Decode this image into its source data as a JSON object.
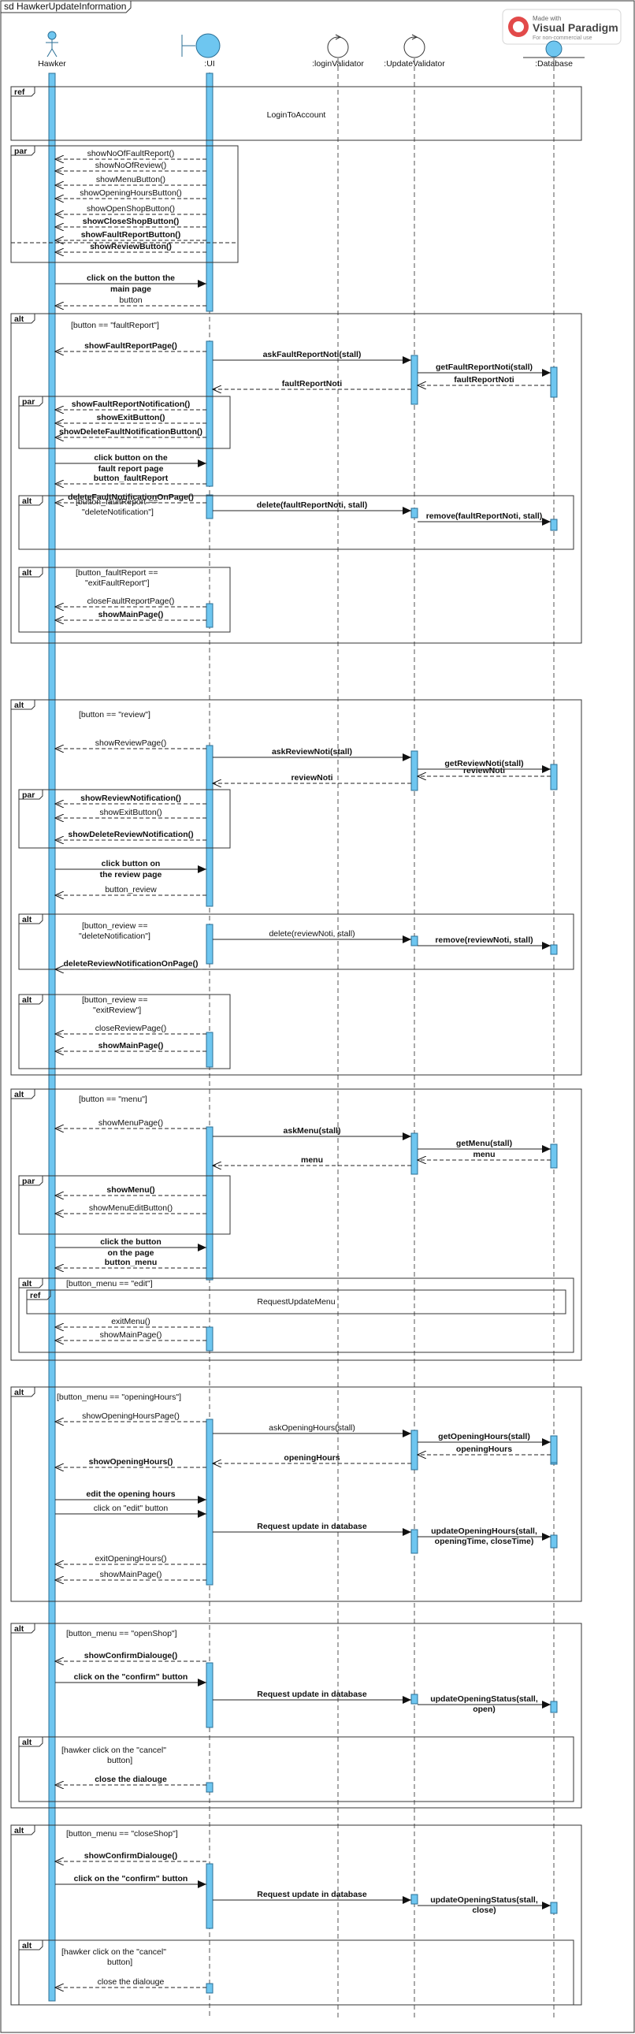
{
  "diagram": {
    "title": "sd HawkerUpdateInformation",
    "watermark": {
      "line1": "Made with",
      "line2": "Visual Paradigm",
      "line3": "For non-commercial use"
    },
    "lifelines": [
      {
        "id": "hawker",
        "label": "Hawker",
        "kind": "actor"
      },
      {
        "id": "ui",
        "label": ":UI",
        "kind": "boundary"
      },
      {
        "id": "login",
        "label": ":loginValidator",
        "kind": "control"
      },
      {
        "id": "update",
        "label": ":UpdateValidator",
        "kind": "control"
      },
      {
        "id": "db",
        "label": ":Database",
        "kind": "entity"
      }
    ],
    "fragments": [
      {
        "kind": "ref",
        "label": "LoginToAccount"
      },
      {
        "kind": "par",
        "guard": ""
      },
      {
        "kind": "alt",
        "guard": "[button == \"faultReport\"]"
      },
      {
        "kind": "par",
        "guard": ""
      },
      {
        "kind": "alt",
        "guard": "[button_faultReport == \"deleteNotification\"]"
      },
      {
        "kind": "alt",
        "guard": "[button_faultReport == \"exitFaultReport\"]"
      },
      {
        "kind": "alt",
        "guard": "[button == \"review\"]"
      },
      {
        "kind": "par",
        "guard": ""
      },
      {
        "kind": "alt",
        "guard": "[button_review == \"deleteNotification\"]"
      },
      {
        "kind": "alt",
        "guard": "[button_review == \"exitReview\"]"
      },
      {
        "kind": "alt",
        "guard": "[button == \"menu\"]"
      },
      {
        "kind": "par",
        "guard": ""
      },
      {
        "kind": "alt",
        "guard": "[button_menu == \"edit\"]"
      },
      {
        "kind": "ref",
        "label": "RequestUpdateMenu"
      },
      {
        "kind": "alt",
        "guard": "[button_menu == \"openingHours\"]"
      },
      {
        "kind": "alt",
        "guard": "[button_menu == \"openShop\"]"
      },
      {
        "kind": "alt",
        "guard": "[hawker click on the \"cancel\" button]"
      },
      {
        "kind": "alt",
        "guard": "[button_menu == \"closeShop\"]"
      },
      {
        "kind": "alt",
        "guard": "[hawker click on the \"cancel\" button]"
      }
    ],
    "messages": [
      "showNoOfFaultReport()",
      "showNoOfReview()",
      "showMenuButton()",
      "showOpeningHoursButton()",
      "showOpenShopButton()",
      "showCloseShopButton()",
      "showFaultReportButton()",
      "showReviewButton()",
      "click on the button the main page",
      "button",
      "showFaultReportPage()",
      "askFaultReportNoti(stall)",
      "getFaultReportNoti(stall)",
      "faultReportNoti",
      "faultReportNoti",
      "showFaultReportNotification()",
      "showExitButton()",
      "showDeleteFaultNotificationButton()",
      "click button on the fault report page",
      "button_faultReport",
      "delete(faultReportNoti, stall)",
      "remove(faultReportNoti, stall)",
      "deleteFaultNotificationOnPage()",
      "closeFaultReportPage()",
      "showMainPage()",
      "showReviewPage()",
      "askReviewNoti(stall)",
      "getReviewNoti(stall)",
      "reviewNoti",
      "reviewNoti",
      "showReviewNotification()",
      "showExitButton()",
      "showDeleteReviewNotification()",
      "click button on the review page",
      "button_review",
      "delete(reviewNoti, stall)",
      "remove(reviewNoti, stall)",
      "deleteReviewNotificationOnPage()",
      "closeReviewPage()",
      "showMainPage()",
      "showMenuPage()",
      "askMenu(stall)",
      "getMenu(stall)",
      "menu",
      "menu",
      "showMenu()",
      "showMenuEditButton()",
      "click the button on the page",
      "button_menu",
      "exitMenu()",
      "showMainPage()",
      "showOpeningHoursPage()",
      "askOpeningHours(stall)",
      "getOpeningHours(stall)",
      "openingHours",
      "openingHours",
      "showOpeningHours()",
      "edit the opening hours",
      "click on \"edit\" button",
      "Request update in database",
      "updateOpeningHours(stall, openingTime, closeTime)",
      "exitOpeningHours()",
      "showMainPage()",
      "showConfirmDialouge()",
      "click on the \"confirm\" button",
      "Request update in database",
      "updateOpeningStatus(stall, open)",
      "close the dialouge",
      "showConfirmDialouge()",
      "click on the \"confirm\" button",
      "Request update in database",
      "updateOpeningStatus(stall, close)",
      "close the dialouge"
    ]
  }
}
